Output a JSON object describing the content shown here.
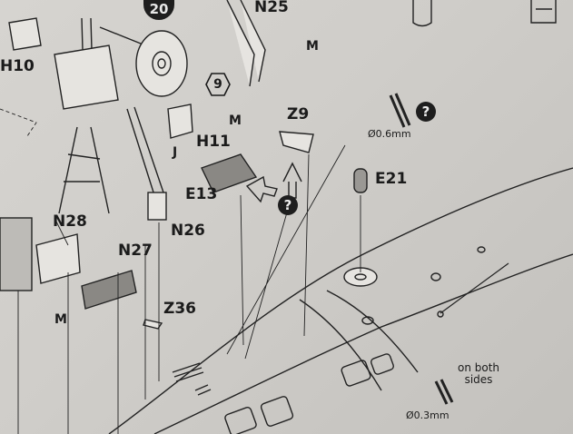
{
  "step_number": "20",
  "sub_step": "9",
  "question_mark": "?",
  "parts": {
    "n25": "N25",
    "h10": "H10",
    "h11": "H11",
    "z9": "Z9",
    "e13": "E13",
    "e21": "E21",
    "n28": "N28",
    "n26": "N26",
    "n27": "N27",
    "z36": "Z36",
    "j": "J",
    "m1": "M",
    "m2": "M",
    "m3": "M"
  },
  "drill_06": "Ø0.6mm",
  "drill_03": "Ø0.3mm",
  "note_both_sides": "on both sides",
  "colors": {
    "ink": "#1b1b1b",
    "paper": "#d2d0cc",
    "part_fill": "#e6e4e0"
  }
}
